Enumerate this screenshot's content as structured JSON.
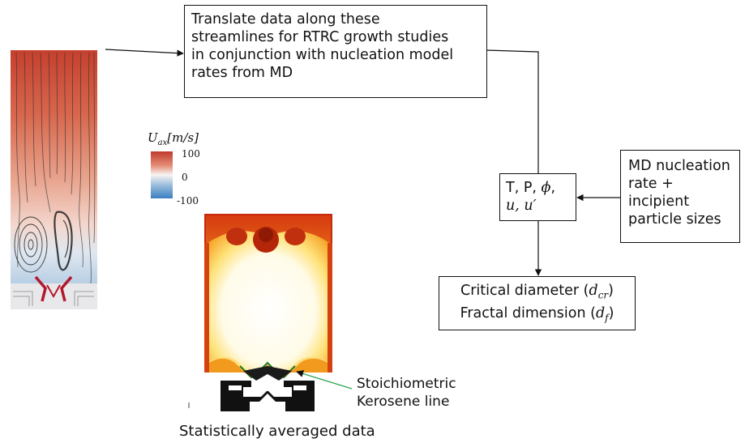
{
  "translate_box": {
    "lines": [
      "Translate data along these",
      "streamlines for RTRC growth studies",
      "in conjunction with nucleation model",
      "rates from MD"
    ]
  },
  "md_box": {
    "lines": [
      "MD nucleation",
      "rate +",
      "incipient",
      "particle sizes"
    ]
  },
  "params_box": {
    "line1": "T, P, ",
    "phi": "ϕ",
    "comma": ",",
    "line2": "u, u′"
  },
  "result_box": {
    "line1_text": "Critical diameter (",
    "line1_math": "d",
    "line1_sub": "cr",
    "line2_text": "Fractal dimension (",
    "line2_math": "d",
    "line2_sub": "f",
    "close": ")"
  },
  "colorbar": {
    "title_math": "U",
    "title_sub": "ax",
    "title_unit": "[m/s]",
    "ticks": [
      "100",
      "0",
      "-100"
    ],
    "colors": [
      "#c0392b",
      "#f7f7f7",
      "#3b7fc0"
    ]
  },
  "annotation": {
    "line1": "Stoichiometric",
    "line2": "Kerosene line",
    "color": "#2aa84a"
  },
  "caption": "Statistically averaged data"
}
